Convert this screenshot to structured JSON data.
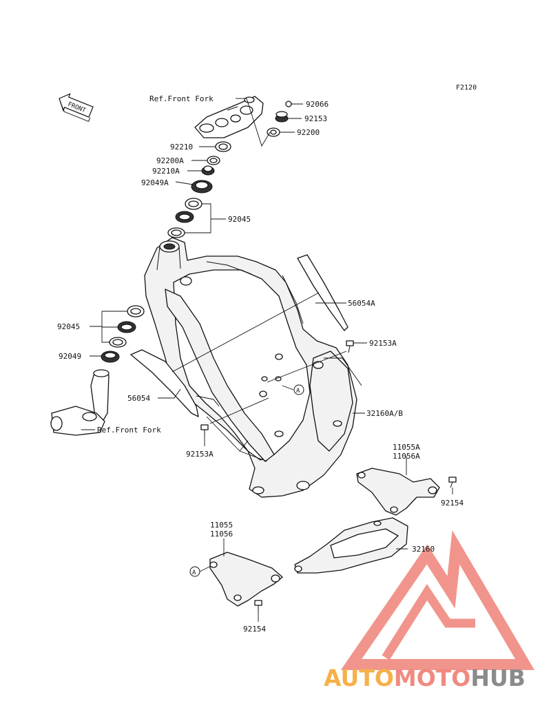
{
  "diagram_code": "F2120",
  "front_arrow": "FRONT",
  "ref_labels": {
    "top": "Ref.Front Fork",
    "bottom": "Ref.Front Fork"
  },
  "parts": {
    "p92066": "92066",
    "p92153": "92153",
    "p92200": "92200",
    "p92210": "92210",
    "p92200A": "92200A",
    "p92210A": "92210A",
    "p92049A": "92049A",
    "p92045_top": "92045",
    "p56054A": "56054A",
    "p92153A_right": "92153A",
    "p92045_left": "92045",
    "p92049": "92049",
    "p56054": "56054",
    "p32160AB": "32160A/B",
    "p92153A_left": "92153A",
    "p11055A": "11055A",
    "p11056A": "11056A",
    "p92154_right": "92154",
    "p11055": "11055",
    "p11056": "11056",
    "p32160": "32160",
    "p92154_bottom": "92154"
  },
  "callout_a": {
    "top": "A",
    "bottom": "A"
  },
  "watermark": {
    "part1": "AUTO",
    "part2": "MOTO",
    "part3": "HUB"
  },
  "colors": {
    "watermark_orange": "#f6b04a",
    "watermark_red": "#f08a80",
    "watermark_gray": "#8a8a8a",
    "line": "#111111"
  }
}
